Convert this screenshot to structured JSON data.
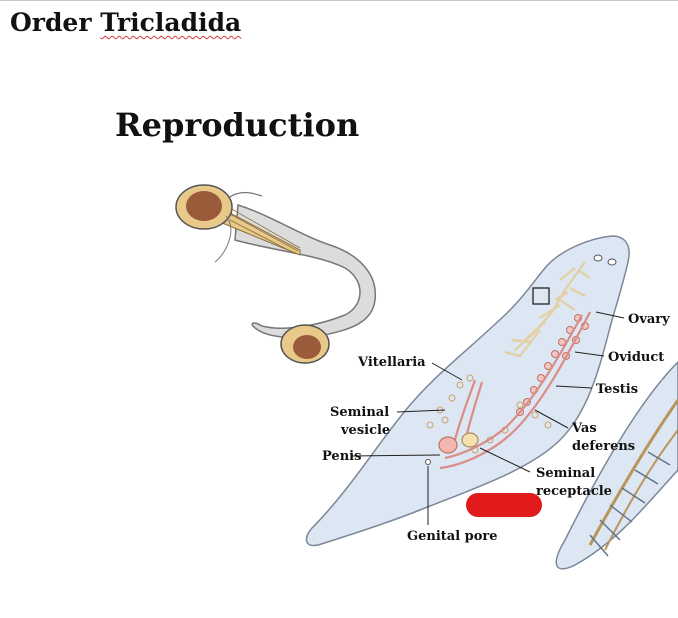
{
  "page": {
    "title_part1": "Order ",
    "title_part2": "Tricladida",
    "subtitle": "Reproduction"
  },
  "labels": {
    "ovary": "Ovary",
    "oviduct": "Oviduct",
    "testis": "Testis",
    "vitellaria": "Vitellaria",
    "seminal_vesicle_1": "Seminal",
    "seminal_vesicle_2": "vesicle",
    "vas_deferens_1": "Vas",
    "vas_deferens_2": "deferens",
    "penis": "Penis",
    "seminal_receptacle_1": "Seminal",
    "seminal_receptacle_2": "receptacle",
    "genital_pore": "Genital pore"
  },
  "colors": {
    "body_fill": "#dde6f3",
    "body_stroke": "#7b8799",
    "reproductive": "#d98d86",
    "vitellaria": "#e3cfa0",
    "redaction": "#e11b1b",
    "cell_fill": "#e8c98a",
    "nucleus": "#9a5b3a"
  }
}
